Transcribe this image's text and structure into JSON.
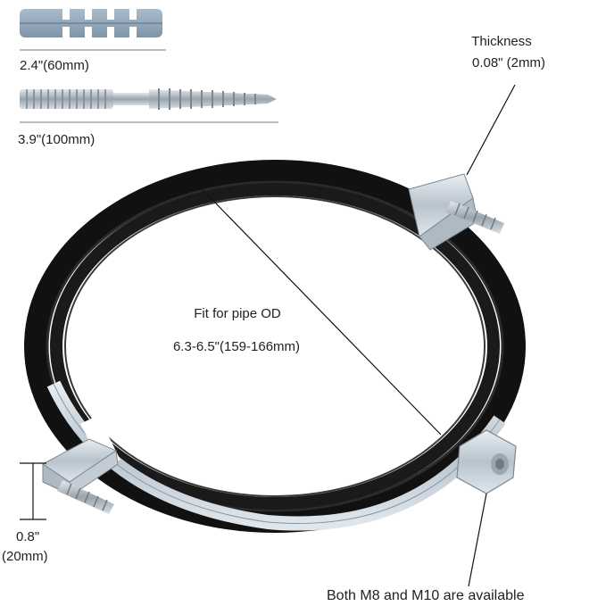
{
  "labels": {
    "anchor_length": "2.4\"(60mm)",
    "screw_length": "3.9\"(100mm)",
    "thickness_title": "Thickness",
    "thickness_value": "0.08\"  (2mm)",
    "fit_title": "Fit for pipe OD",
    "fit_value": "6.3-6.5\"(159-166mm)",
    "height_in": "0.8\"",
    "height_mm": "(20mm)",
    "nut_note": "Both M8 and M10 are available"
  },
  "colors": {
    "rubber": "#1b1b1b",
    "steel": "#c8d2da",
    "anchor": "#8fa3b5",
    "line": "#111111"
  }
}
